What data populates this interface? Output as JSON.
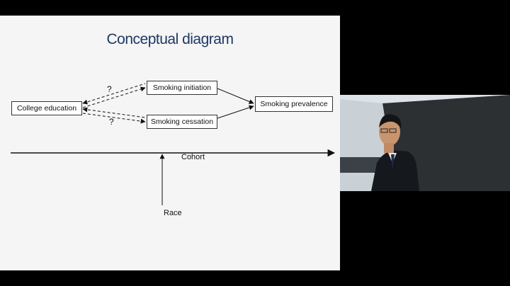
{
  "slide": {
    "title": "Conceptual diagram",
    "nodes": {
      "college_education": "College education",
      "smoking_initiation": "Smoking initiation",
      "smoking_cessation": "Smoking cessation",
      "smoking_prevalence": "Smoking prevalence"
    },
    "question_marks": [
      "?",
      "?"
    ],
    "cohort_label": "Cohort",
    "race_label": "Race"
  },
  "video": {
    "description_icon": "presenter-video"
  }
}
